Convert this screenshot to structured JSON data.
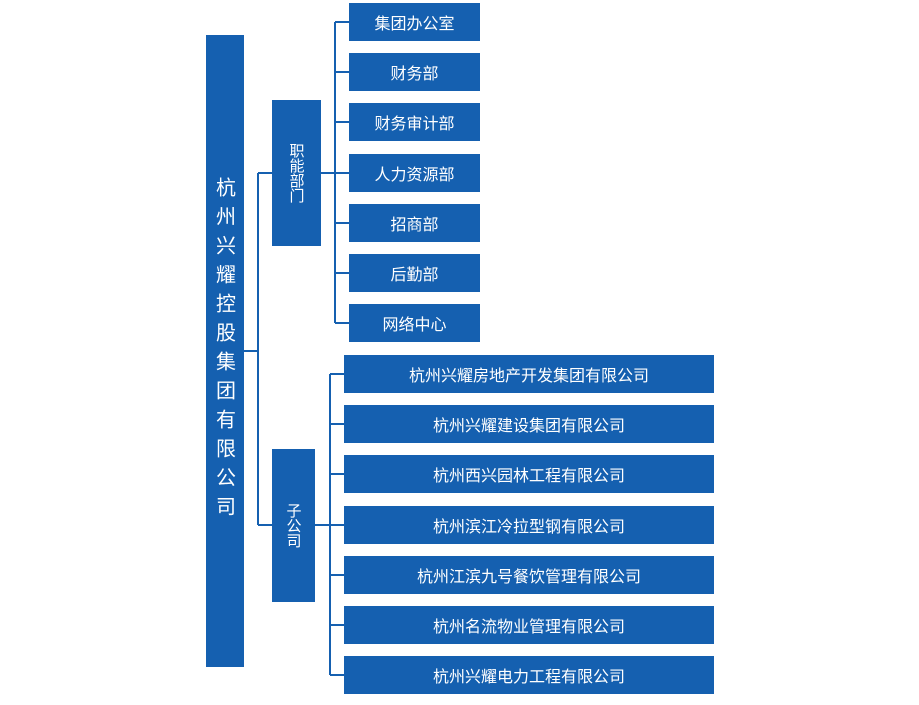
{
  "root": {
    "label": "杭州兴耀控股集团有限公司"
  },
  "branches": [
    {
      "label": "职能部门",
      "children": [
        "集团办公室",
        "财务部",
        "财务审计部",
        "人力资源部",
        "招商部",
        "后勤部",
        "网络中心"
      ]
    },
    {
      "label": "子公司",
      "children": [
        "杭州兴耀房地产开发集团有限公司",
        "杭州兴耀建设集团有限公司",
        "杭州西兴园林工程有限公司",
        "杭州滨江冷拉型钢有限公司",
        "杭州江滨九号餐饮管理有限公司",
        "杭州名流物业管理有限公司",
        "杭州兴耀电力工程有限公司"
      ]
    }
  ],
  "colors": {
    "box": "#1560b0",
    "line": "#1560b0",
    "text": "#ffffff"
  }
}
